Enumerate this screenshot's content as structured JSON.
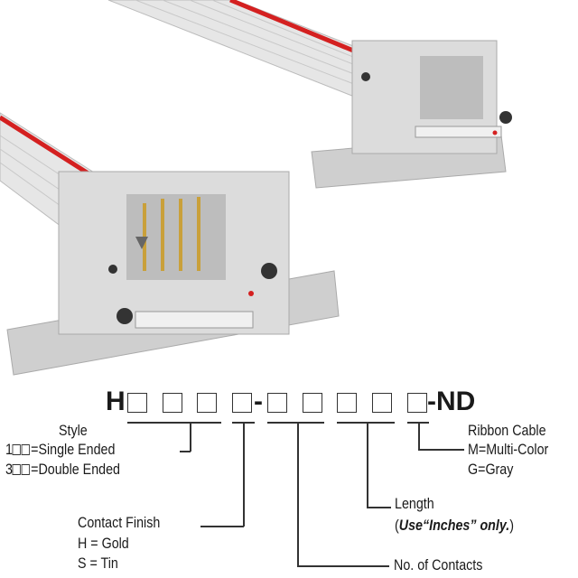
{
  "part_number": {
    "prefix": "H",
    "separator": "-",
    "suffix": "-ND"
  },
  "style": {
    "label": "Style",
    "option_1_prefix": "1",
    "option_1": "=Single Ended",
    "option_2_prefix": "3",
    "option_2": "=Double Ended"
  },
  "contact_finish": {
    "label": "Contact Finish",
    "gold": "H = Gold",
    "tin": "S = Tin"
  },
  "contacts": {
    "label": "No. of Contacts"
  },
  "length": {
    "label": "Length",
    "note_open": "(",
    "note": "Use“Inches” only.",
    "note_close": ")"
  },
  "ribbon_cable": {
    "label": "Ribbon Cable",
    "multi": "M=Multi-Color",
    "gray": "G=Gray"
  },
  "colors": {
    "connector": "#d9d9d9",
    "cable": "#e4e4e4",
    "stripe": "#d42020",
    "pins": "#c9a03a"
  }
}
